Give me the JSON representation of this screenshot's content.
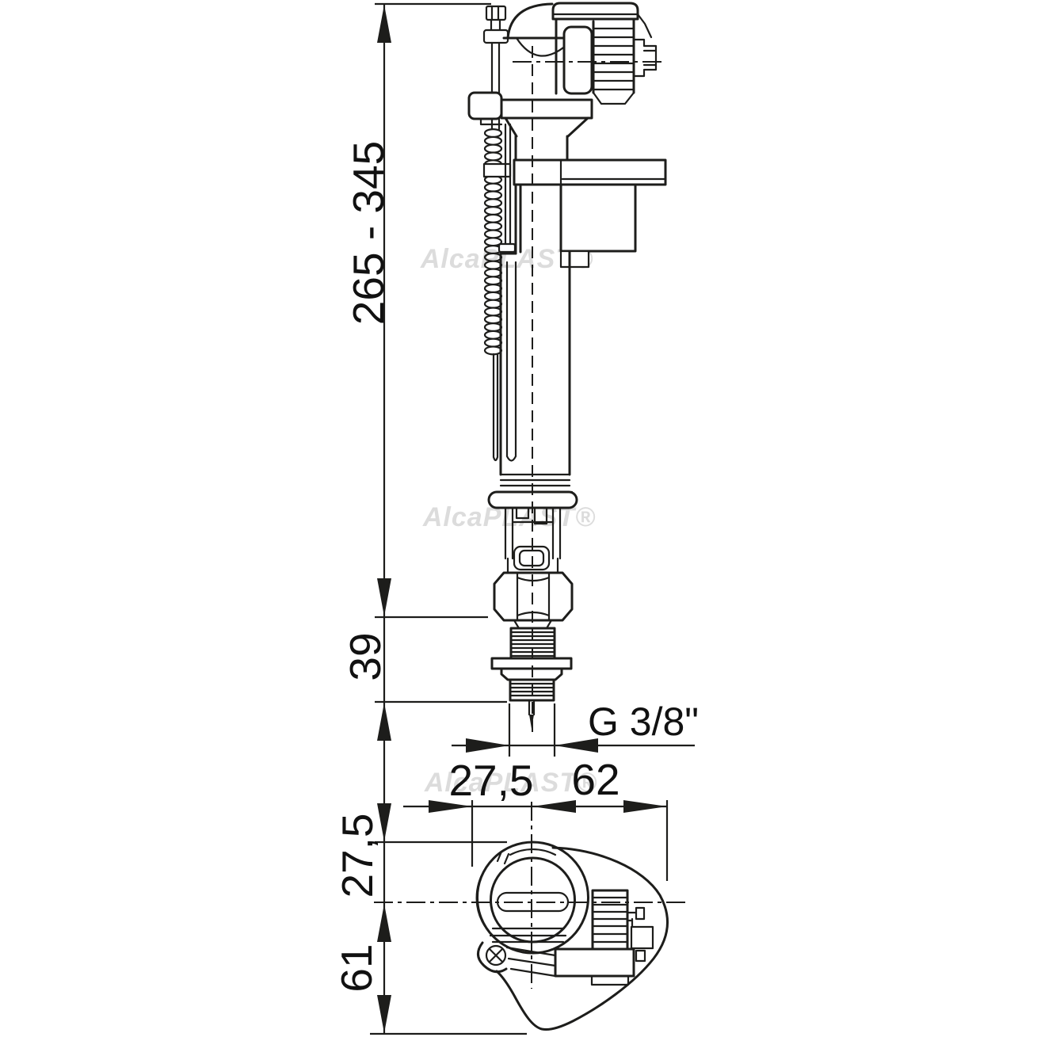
{
  "document": {
    "type": "technical drawing",
    "subject": "bottom-entry toilet cistern fill valve, front view and bottom view",
    "background_color": "#ffffff",
    "line_color": "#1d1d1b",
    "text_color": "#111111",
    "watermark": {
      "text": "AlcaPLAST®",
      "color": "#d9d9d9"
    },
    "views": {
      "front": {
        "name": "front view",
        "dimensions": {
          "total_height": "265 - 345",
          "shank_length": "39",
          "thread_size": "G 3/8\""
        }
      },
      "bottom": {
        "name": "bottom view",
        "dimensions": {
          "center_to_left": "27,5",
          "center_to_right": "62",
          "top_to_center": "27,5",
          "center_to_bottom": "61"
        }
      }
    }
  }
}
